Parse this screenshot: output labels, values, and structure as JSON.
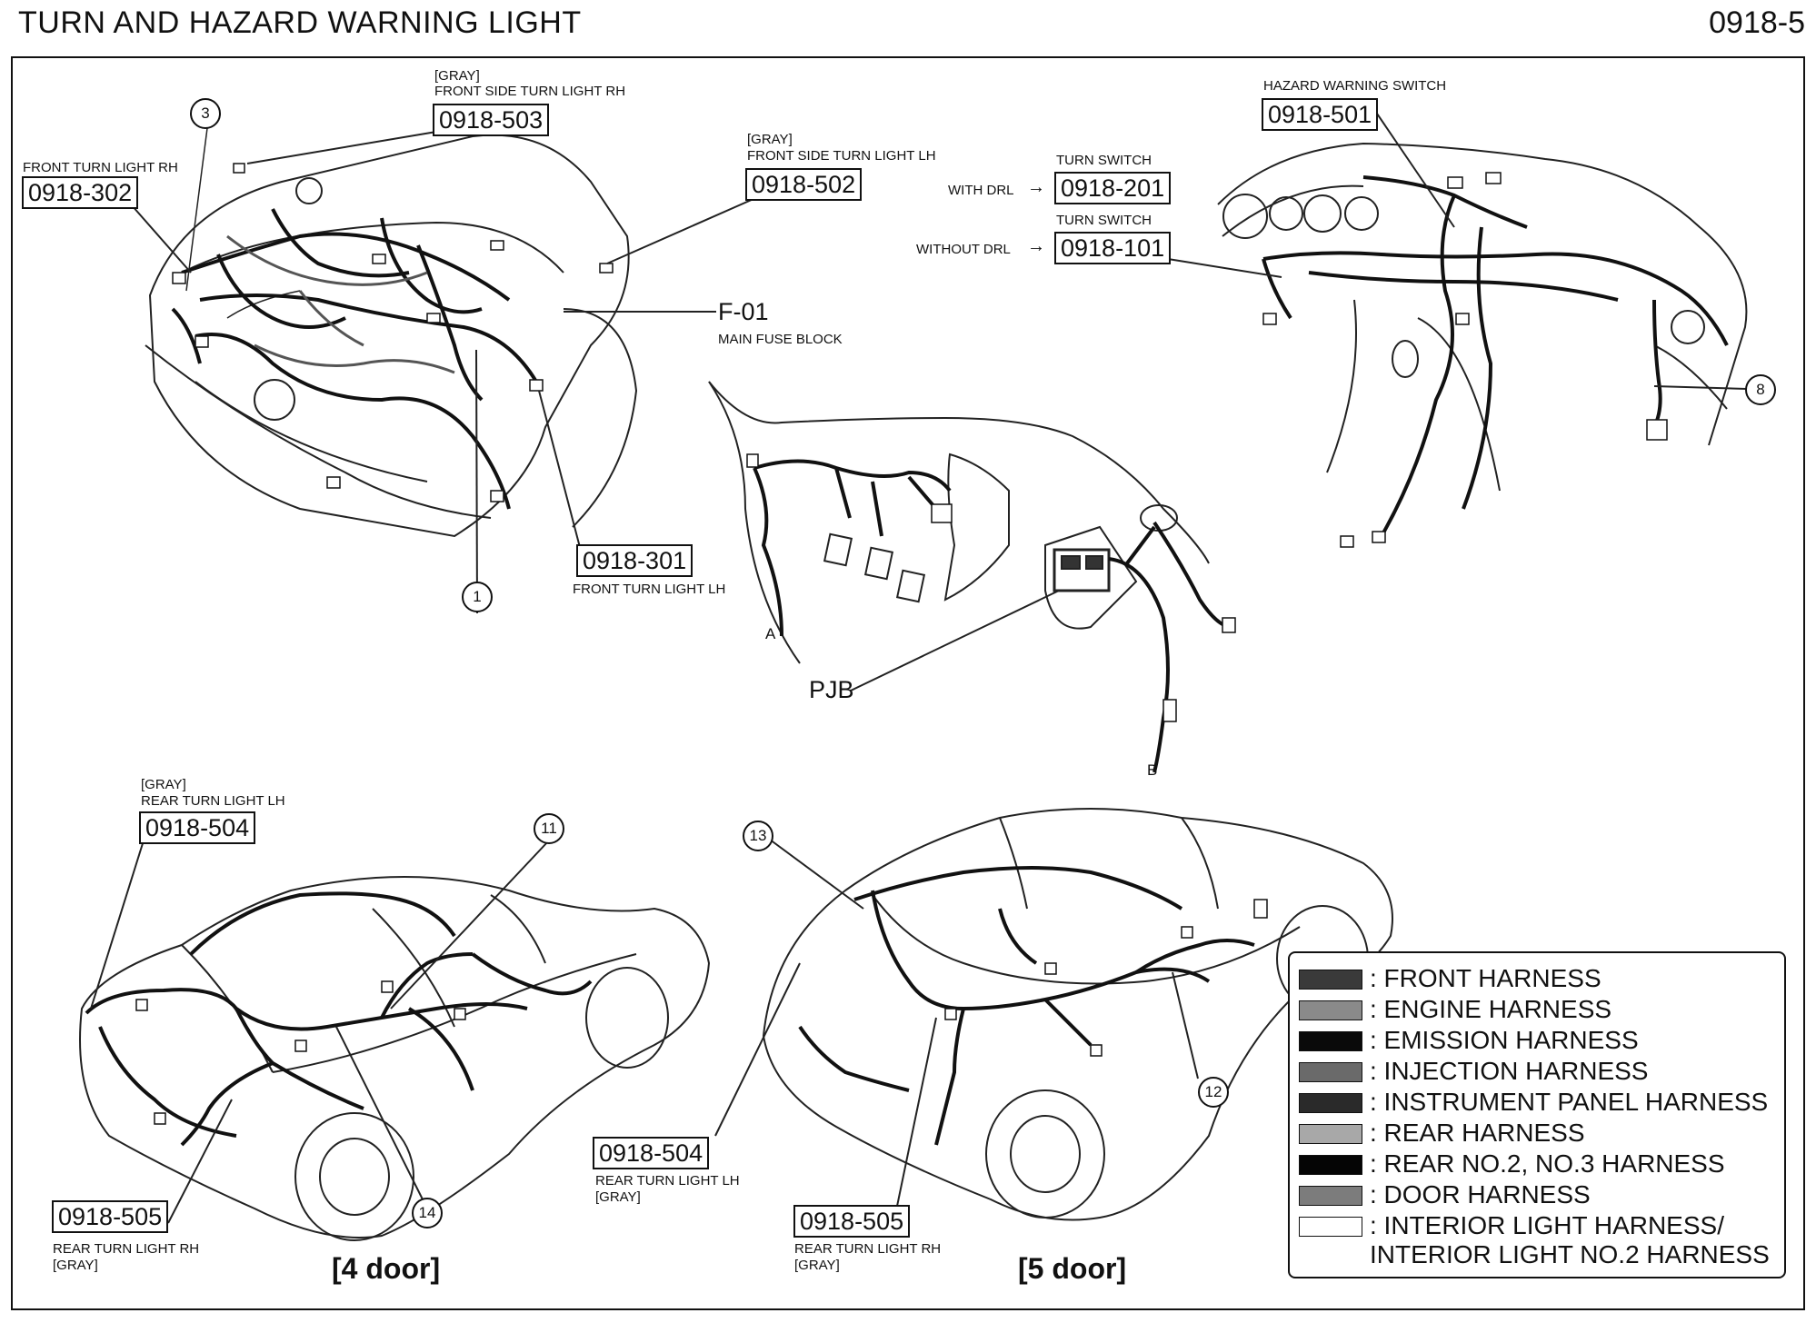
{
  "header": {
    "title": "TURN AND HAZARD WARNING LIGHT",
    "page_number": "0918-5"
  },
  "callouts": {
    "front_side_turn_rh": {
      "color": "[GRAY]",
      "name": "FRONT SIDE TURN LIGHT RH",
      "code": "0918-503"
    },
    "front_turn_rh": {
      "name": "FRONT TURN LIGHT RH",
      "code": "0918-302"
    },
    "front_side_turn_lh": {
      "color": "[GRAY]",
      "name": "FRONT SIDE TURN LIGHT LH",
      "code": "0918-502"
    },
    "turn_switch_drl": {
      "name": "TURN SWITCH",
      "prefix": "WITH DRL",
      "code": "0918-201"
    },
    "turn_switch_no_drl": {
      "name": "TURN SWITCH",
      "prefix": "WITHOUT DRL",
      "code": "0918-101"
    },
    "hazard_switch": {
      "name": "HAZARD WARNING SWITCH",
      "code": "0918-501"
    },
    "main_fuse": {
      "code": "F-01",
      "name": "MAIN FUSE BLOCK"
    },
    "front_turn_lh": {
      "code": "0918-301",
      "name": "FRONT TURN LIGHT LH"
    },
    "pjb": {
      "name": "PJB"
    },
    "rear_turn_lh_4d": {
      "color": "[GRAY]",
      "name": "REAR TURN LIGHT LH",
      "code": "0918-504"
    },
    "rear_turn_rh_4d": {
      "code": "0918-505",
      "name": "REAR TURN LIGHT RH",
      "color": "[GRAY]"
    },
    "rear_turn_lh_5d": {
      "code": "0918-504",
      "name": "REAR TURN LIGHT LH",
      "color": "[GRAY]"
    },
    "rear_turn_rh_5d": {
      "code": "0918-505",
      "name": "REAR TURN LIGHT RH",
      "color": "[GRAY]"
    }
  },
  "markers": {
    "m1": "1",
    "m3": "3",
    "m8": "8",
    "m11": "11",
    "m12": "12",
    "m13": "13",
    "m14": "14",
    "a": "A",
    "b": "B"
  },
  "views": {
    "four_door": "[4 door]",
    "five_door": "[5 door]"
  },
  "legend": [
    {
      "label": ": FRONT HARNESS",
      "color": "#3a3a3a"
    },
    {
      "label": ": ENGINE HARNESS",
      "color": "#8a8a8a"
    },
    {
      "label": ": EMISSION HARNESS",
      "color": "#0a0a0a"
    },
    {
      "label": ": INJECTION HARNESS",
      "color": "#6a6a6a"
    },
    {
      "label": ": INSTRUMENT PANEL HARNESS",
      "color": "#2a2a2a"
    },
    {
      "label": ": REAR HARNESS",
      "color": "#a8a8a8"
    },
    {
      "label": ": REAR NO.2, NO.3 HARNESS",
      "color": "#050505"
    },
    {
      "label": ": DOOR HARNESS",
      "color": "#7c7c7c"
    },
    {
      "label": ": INTERIOR LIGHT HARNESS/",
      "label2": "INTERIOR LIGHT NO.2 HARNESS",
      "color": "#ffffff"
    }
  ]
}
